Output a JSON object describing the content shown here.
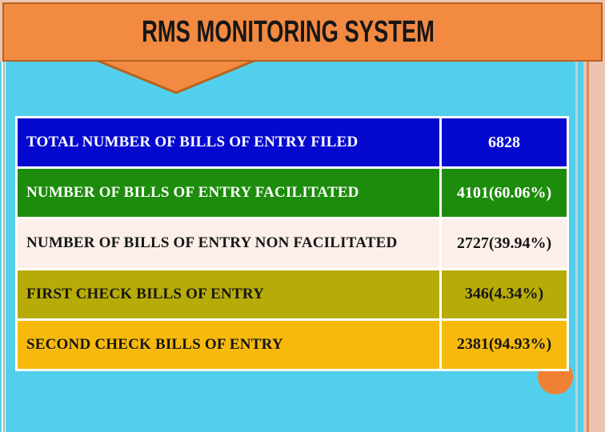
{
  "slide": {
    "title": "RMS MONITORING SYSTEM"
  },
  "table": {
    "rows": [
      {
        "label": "TOTAL NUMBER OF BILLS OF ENTRY FILED",
        "value": "6828",
        "bg": "#0509cf",
        "fg": "#ffffff"
      },
      {
        "label": "NUMBER OF BILLS OF ENTRY FACILITATED",
        "value": "4101(60.06%)",
        "bg": "#1d8c0c",
        "fg": "#ffffff"
      },
      {
        "label": "NUMBER OF BILLS OF ENTRY NON FACILITATED",
        "value": "2727(39.94%)",
        "bg": "#fcefe9",
        "fg": "#161616"
      },
      {
        "label": "FIRST CHECK BILLS OF ENTRY",
        "value": "346(4.34%)",
        "bg": "#b7ab08",
        "fg": "#161616"
      },
      {
        "label": "SECOND CHECK BILLS OF ENTRY",
        "value": "2381(94.93%)",
        "bg": "#f7ba0c",
        "fg": "#161616"
      }
    ]
  },
  "colors": {
    "peach_bg": "#ecc3ae",
    "cyan_panel": "#52cfec",
    "banner_fill": "#f28a42",
    "banner_border": "#b5641f",
    "circle_fill": "#ef8133",
    "table_frame": "#ffffff",
    "left_stripe_gray": "#b3aeab",
    "right_stripe_blue": "#b7d3dd",
    "right_stripe_tan": "#d8895c"
  }
}
